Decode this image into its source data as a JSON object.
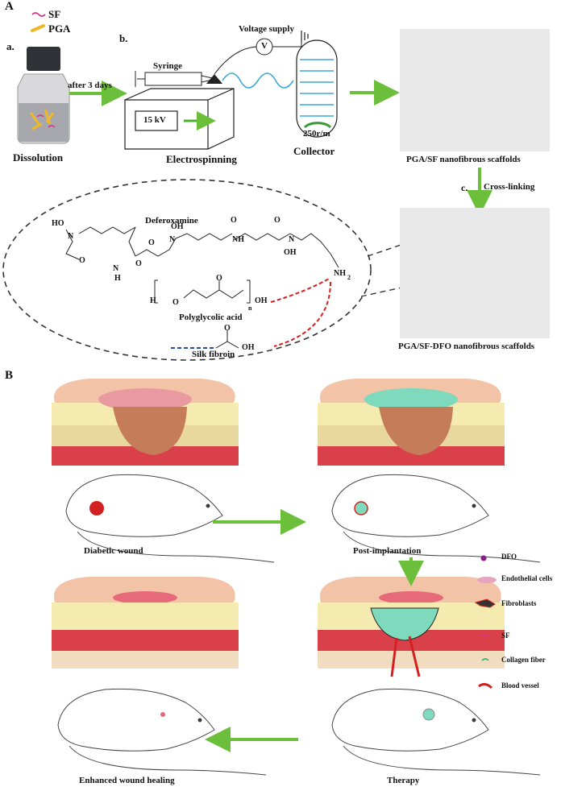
{
  "panel_a": {
    "label": "A",
    "legend": [
      {
        "label": "SF",
        "color": "#d6338a"
      },
      {
        "label": "PGA",
        "color": "#f0b828"
      }
    ],
    "step_a": "a.",
    "step_b": "b.",
    "step_c": "c.",
    "arrow_label": "after 3 days",
    "voltage_label": "Voltage supply",
    "voltmeter": "V",
    "syringe": "Syringe",
    "voltage_display": "15 kV",
    "rpm": "250r/m",
    "dissolution": "Dissolution",
    "electrospinning": "Electrospinning",
    "collector": "Collector",
    "scaffold1": "PGA/SF nanofibrous scaffolds",
    "crosslinking": "Cross-linking",
    "scaffold2": "PGA/SF-DFO nanofibrous scaffolds",
    "chem": {
      "deferoxamine": "Deferoxamine",
      "polyglycolic_acid": "Polyglycolic acid",
      "silk_fibroin": "Silk fibroin",
      "labels": [
        "HO",
        "N",
        "O",
        "OH",
        "N",
        "O",
        "NH",
        "O",
        "O",
        "N",
        "OH",
        "O",
        "N",
        "H",
        "NH",
        "2",
        "H",
        "O",
        "O",
        "n",
        "OH",
        "O",
        "OH"
      ]
    }
  },
  "panel_b": {
    "label": "B",
    "captions": {
      "diabetic": "Diabetic wound",
      "post": "Post-implantation",
      "therapy": "Therapy",
      "enhanced": "Enhanced wound healing"
    },
    "legend": [
      {
        "label": "DFO",
        "color": "#8b1a8b"
      },
      {
        "label": "Endothelial cells",
        "color": "#e7a4c0"
      },
      {
        "label": "Fibroblasts",
        "color": "#333333"
      },
      {
        "label": "SF",
        "color": "#d6338a"
      },
      {
        "label": "Collagen fiber",
        "color": "#3cb371"
      },
      {
        "label": "Blood vessel",
        "color": "#d42020"
      }
    ]
  },
  "colors": {
    "arrow": "#6cbf3a",
    "dash_red": "#d42020",
    "dash_blue": "#2a4a9a",
    "wire": "#3aa8d8"
  }
}
